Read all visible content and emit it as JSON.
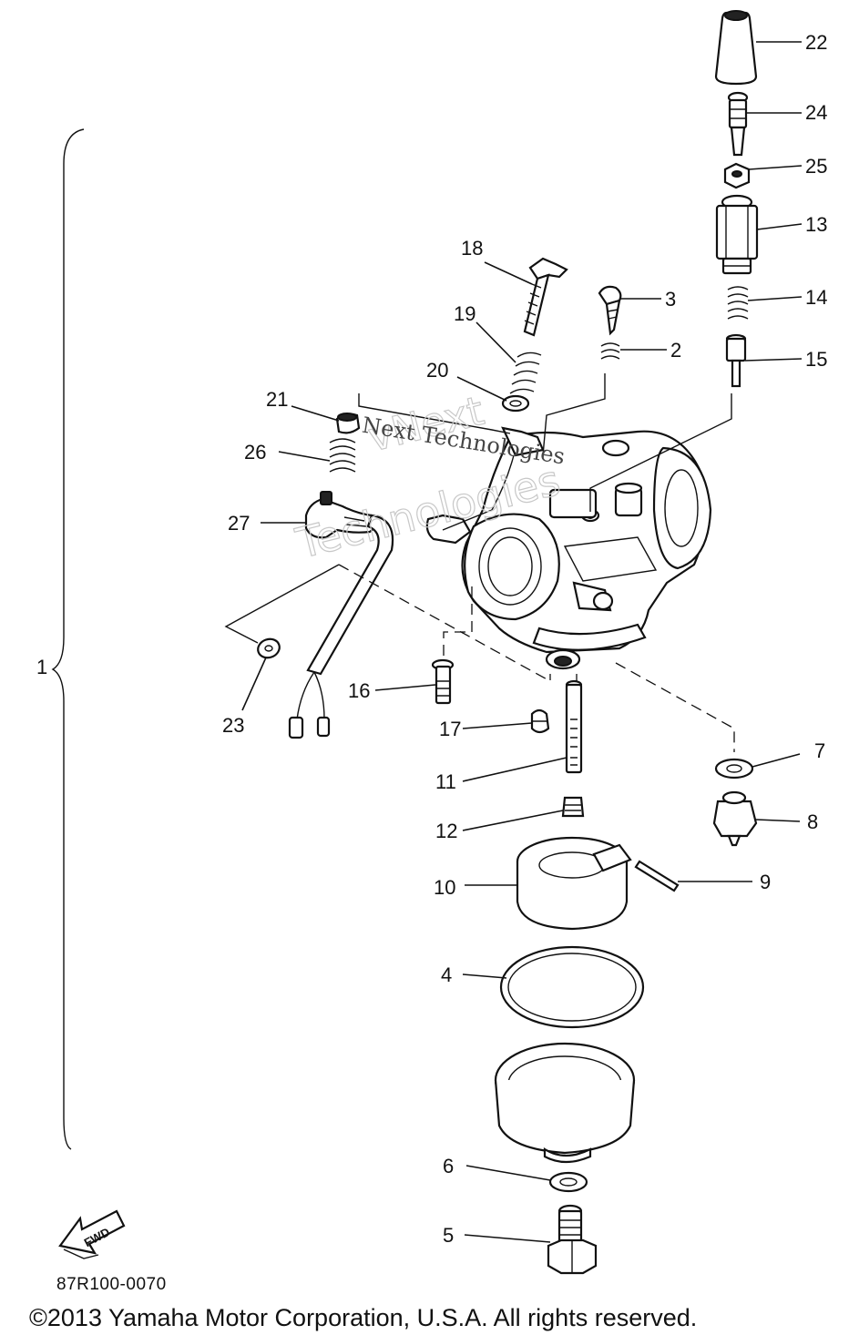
{
  "diagram": {
    "part_numbers": {
      "p1": "1",
      "p2": "2",
      "p3": "3",
      "p4": "4",
      "p5": "5",
      "p6": "6",
      "p7": "7",
      "p8": "8",
      "p9": "9",
      "p10": "10",
      "p11": "11",
      "p12": "12",
      "p13": "13",
      "p14": "14",
      "p15": "15",
      "p16": "16",
      "p17": "17",
      "p18": "18",
      "p19": "19",
      "p20": "20",
      "p21": "21",
      "p22": "22",
      "p23": "23",
      "p24": "24",
      "p25": "25",
      "p26": "26",
      "p27": "27"
    },
    "direction_arrow": "FWD",
    "drawing_code": "87R100-0070",
    "watermark_primary": "Next Technologies",
    "watermark_secondary_1": "vNext",
    "watermark_secondary_2": "Technologies",
    "copyright": "©2013 Yamaha Motor Corporation, U.S.A. All rights reserved."
  }
}
